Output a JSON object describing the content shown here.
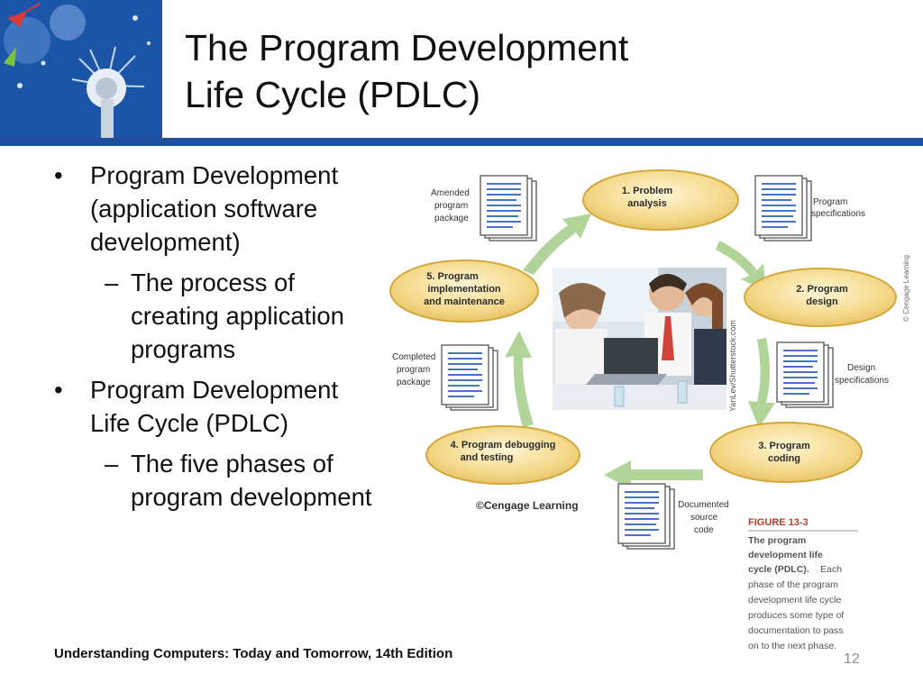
{
  "slide": {
    "title_line1": "The Program Development",
    "title_line2": "Life Cycle (PDLC)",
    "footer": "Understanding Computers: Today and Tomorrow, 14th Edition",
    "slide_number": "12"
  },
  "bullets": [
    {
      "level": 1,
      "text": "Program Development (application software development)"
    },
    {
      "level": 2,
      "text": "The process of creating application programs"
    },
    {
      "level": 1,
      "text": "Program Development Life Cycle (PDLC)"
    },
    {
      "level": 2,
      "text": "The five phases of program development"
    }
  ],
  "diagram": {
    "phases": [
      {
        "line1": "1. Problem",
        "line2": "analysis",
        "line3": ""
      },
      {
        "line1": "2. Program",
        "line2": "design",
        "line3": ""
      },
      {
        "line1": "3. Program",
        "line2": "coding",
        "line3": ""
      },
      {
        "line1": "4. Program debugging",
        "line2": "and testing",
        "line3": ""
      },
      {
        "line1": "5. Program",
        "line2": "implementation",
        "line3": "and maintenance"
      }
    ],
    "documents": [
      {
        "line1": "Program",
        "line2": "specifications",
        "line3": ""
      },
      {
        "line1": "Design",
        "line2": "specifications",
        "line3": ""
      },
      {
        "line1": "Documented",
        "line2": "source",
        "line3": "code"
      },
      {
        "line1": "Completed",
        "line2": "program",
        "line3": "package"
      },
      {
        "line1": "Amended",
        "line2": "program",
        "line3": "package"
      }
    ],
    "photo_credit": "YanLev/Shutterstock.com",
    "side_credit": "© Cengage Learning",
    "credit": "©Cengage Learning",
    "figure": {
      "label": "FIGURE 13-3",
      "caption_bold1": "The program",
      "caption_bold2": "development life",
      "caption_bold3": "cycle (PDLC).",
      "caption_rest1": "Each",
      "caption_line5": "phase of the program",
      "caption_line6": "development life cycle",
      "caption_line7": "produces some type of",
      "caption_line8": "documentation to pass",
      "caption_line9": "on to the next phase."
    }
  },
  "colors": {
    "title_bar": "#1f4f9d",
    "ellipse_fill": "#f5d98a",
    "ellipse_edge": "#d4a93c",
    "arrow": "#a9cf8e",
    "figure_label": "#c0392b"
  }
}
